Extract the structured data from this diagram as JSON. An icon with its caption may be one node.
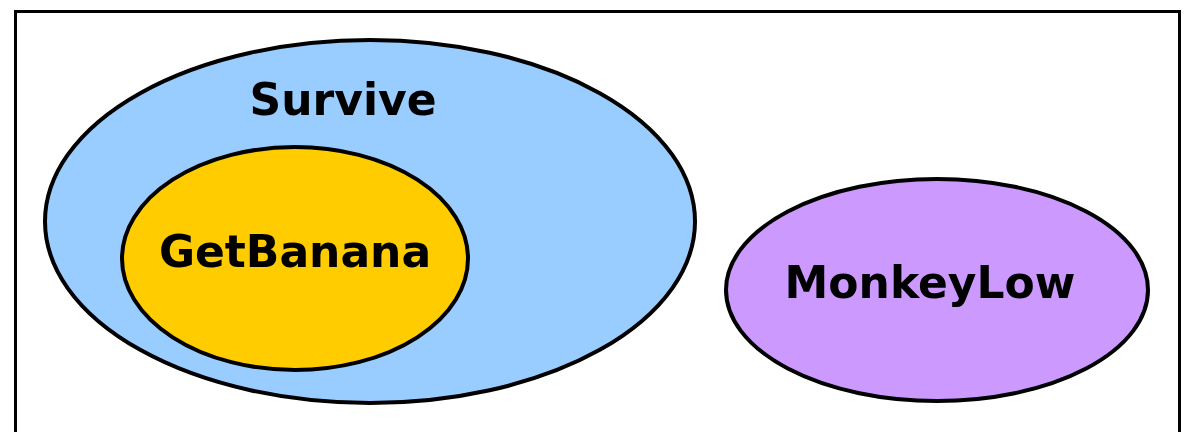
{
  "diagram": {
    "nodes": [
      {
        "text": [
          "Survive"
        ]
      },
      {
        "text": [
          "GetBanana"
        ],
        "in": 0
      },
      {
        "text": [
          "MonkeyLow"
        ]
      }
    ]
  }
}
